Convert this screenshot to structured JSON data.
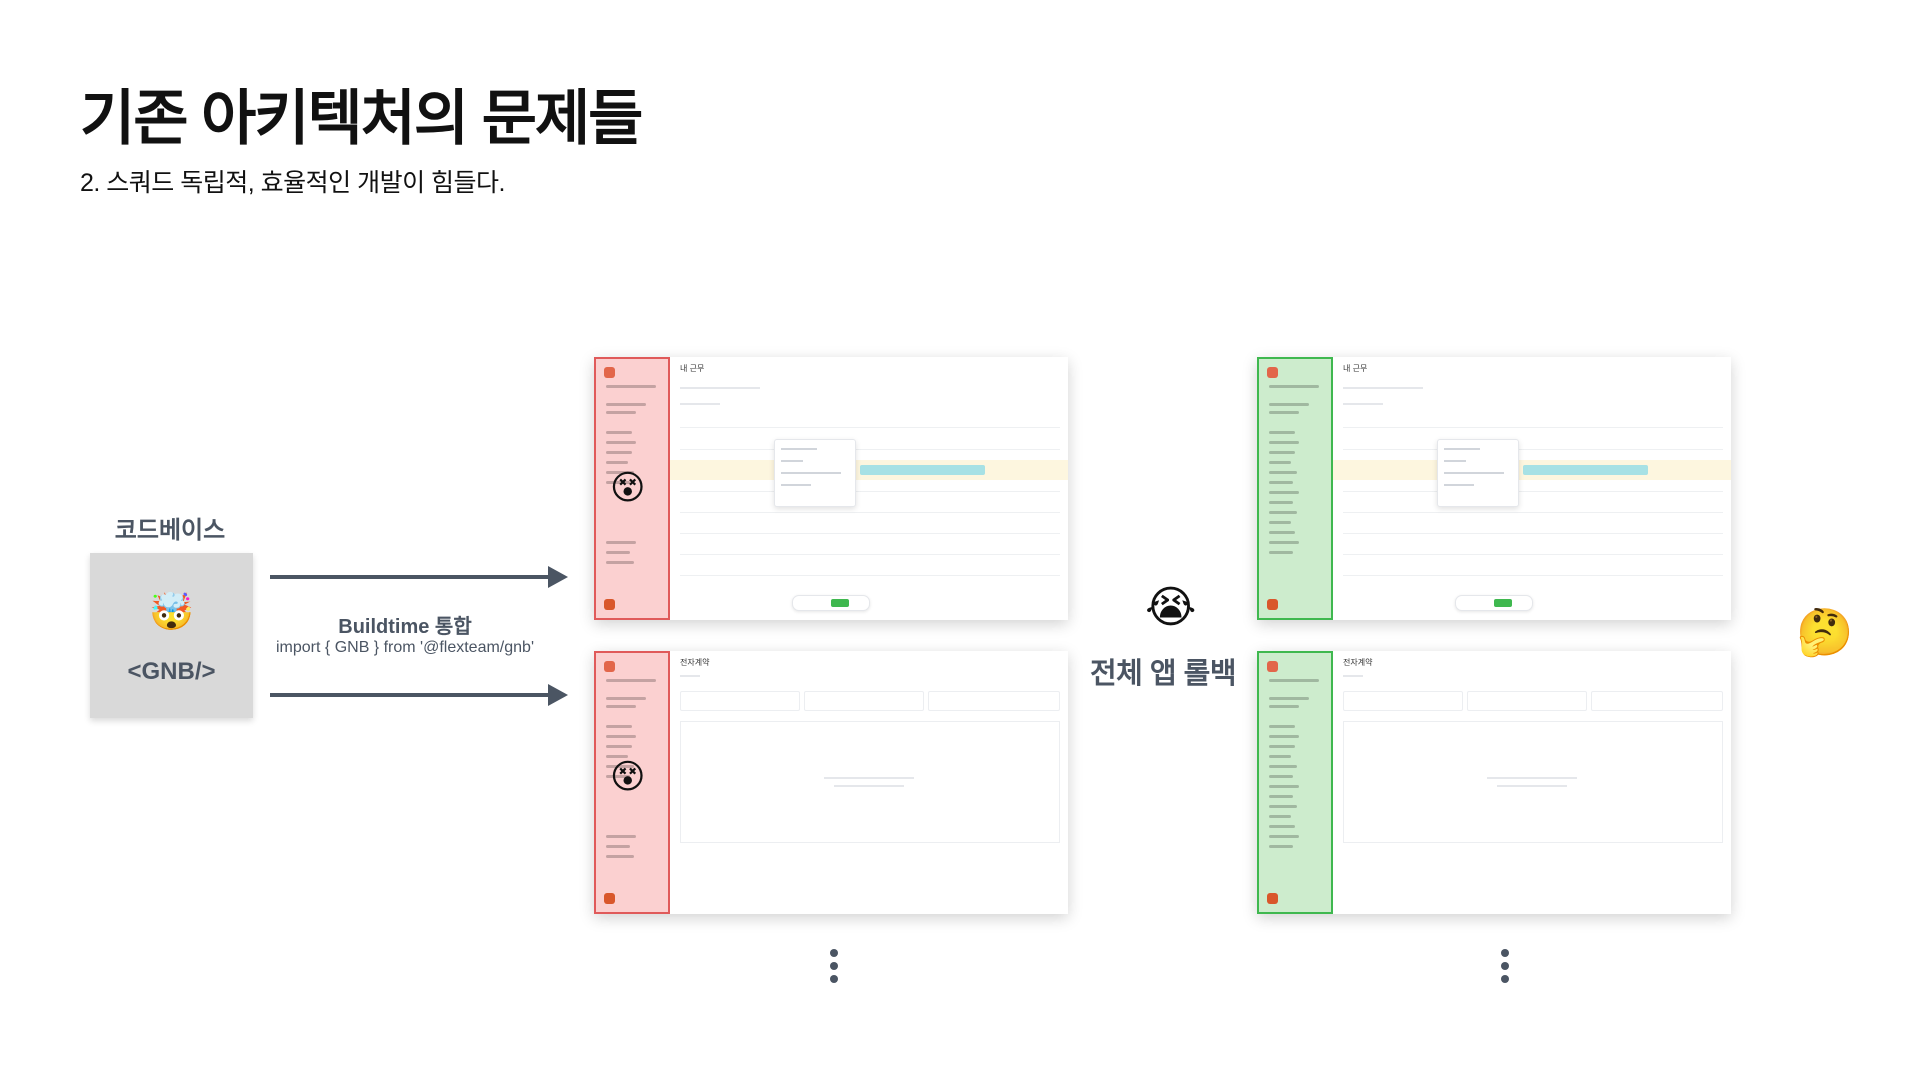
{
  "slide": {
    "title": "기존 아키텍처의 문제들",
    "subtitle": "2. 스쿼드 독립적, 효율적인 개발이 힘들다."
  },
  "codebase": {
    "label": "코드베이스",
    "emoji": "🤯",
    "component": "<GNB/>"
  },
  "integration": {
    "title": "Buildtime 통합",
    "code": "import { GNB } from '@flexteam/gnb'"
  },
  "screens": {
    "top_title": "내 근무",
    "bottom_title": "전자계약",
    "broken_emoji": "😵",
    "highlight_colors": {
      "broken": "#e05a5a",
      "ok": "#3fb84f"
    }
  },
  "rollback": {
    "emoji": "😭",
    "text": "전체 앱 롤백"
  },
  "result": {
    "emoji": "🤔"
  }
}
